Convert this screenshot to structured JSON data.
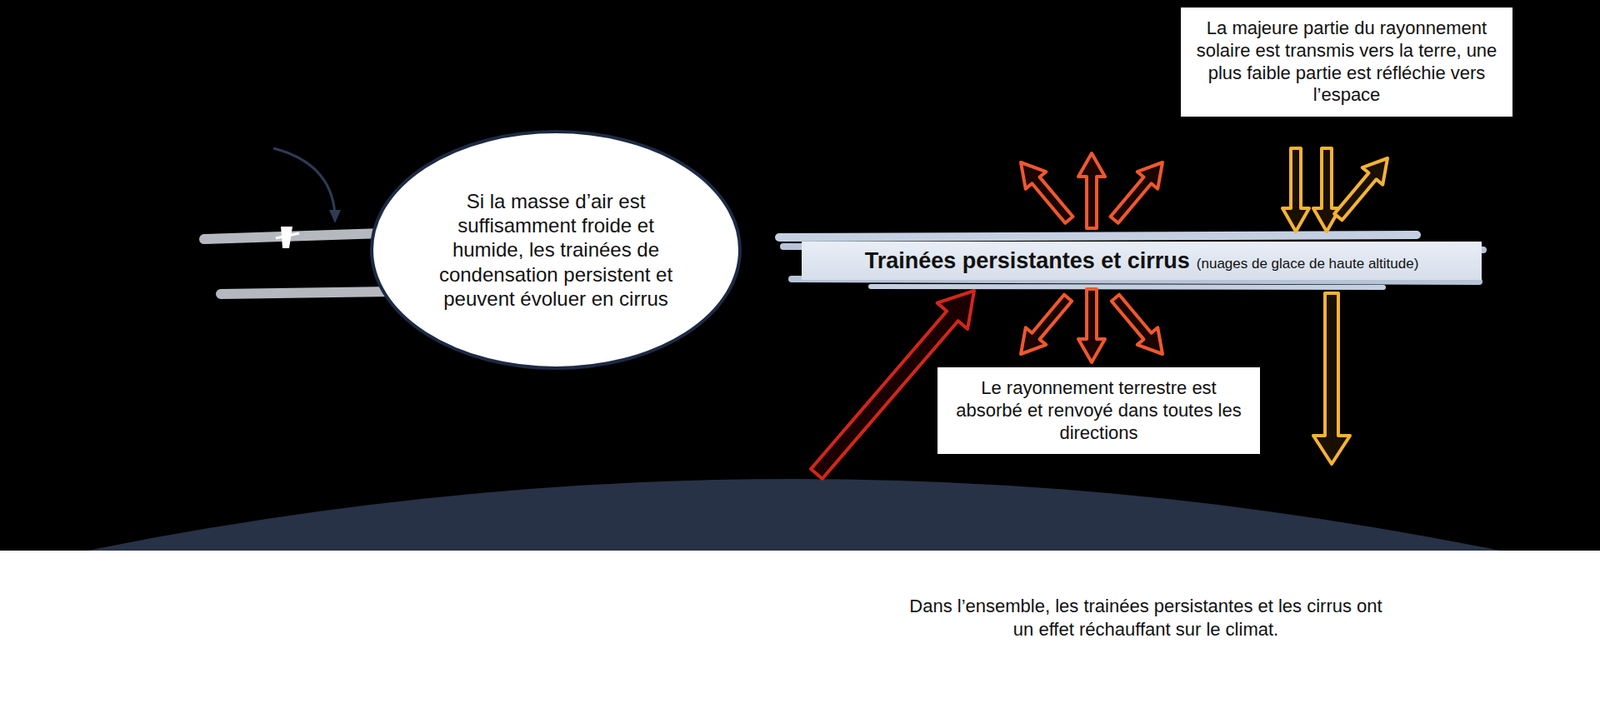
{
  "diagram": {
    "caption": "Dans l’ensemble, les trainées persistantes et les cirrus ont un effet réchauffant sur le climat.",
    "nodes": [
      {
        "text": [
          "Si la masse d’air est suffisamment froide et humide, les trainées de condensation persistent et peuvent évoluer en cirrus"
        ]
      },
      {
        "text": [
          "La majeure partie du rayonnement solaire est transmis vers la terre, une plus faible partie est réfléchie vers l’espace"
        ]
      },
      {
        "text": [
          "Trainées persistantes et cirrus",
          "(nuages de glace de haute altitude)"
        ]
      },
      {
        "text": [
          "Le rayonnement terrestre est absorbé et renvoyé dans toutes les directions"
        ]
      }
    ]
  }
}
